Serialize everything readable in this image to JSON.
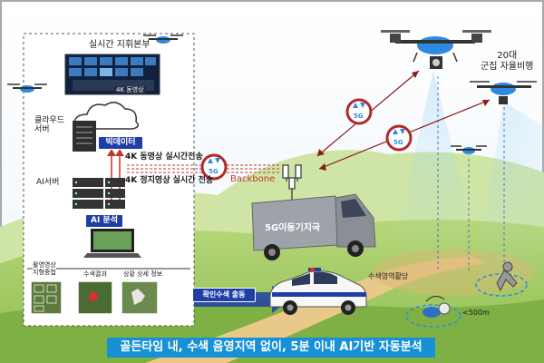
{
  "panel": {
    "command_center": "실시간 지휘본부",
    "video_badge": "4K 동영상",
    "cloud_server": "클라우드\n서버",
    "bigdata_tag": "빅데이터",
    "ai_server": "AI서버",
    "ai_tag": "AI 분석",
    "stream_4k": "4K 동영상 실시간전송",
    "stream_still": "4K 정지영상 실시간 전송"
  },
  "thumbnails": [
    {
      "label": "촬영영상\n지형중첩"
    },
    {
      "label": "수색결과"
    },
    {
      "label": "상황 상세 정보"
    }
  ],
  "dispatch_tag": "확인수색 출동",
  "link_badge": "5G",
  "backbone": "Backbone",
  "truck_label": "5G이동기지국",
  "drone_group": "20대\n군집 자율비행",
  "search_flight": "수색영역활당",
  "distance": "<500m",
  "banner": "골든타임 내, 수색 음영지역 없이, 5분 이내 AI기반 자동분석",
  "colors": {
    "accent_blue": "#1f3fa8",
    "banner": "#1790d6",
    "link_red": "#b02a2a",
    "backbone_red": "#c0392b"
  }
}
